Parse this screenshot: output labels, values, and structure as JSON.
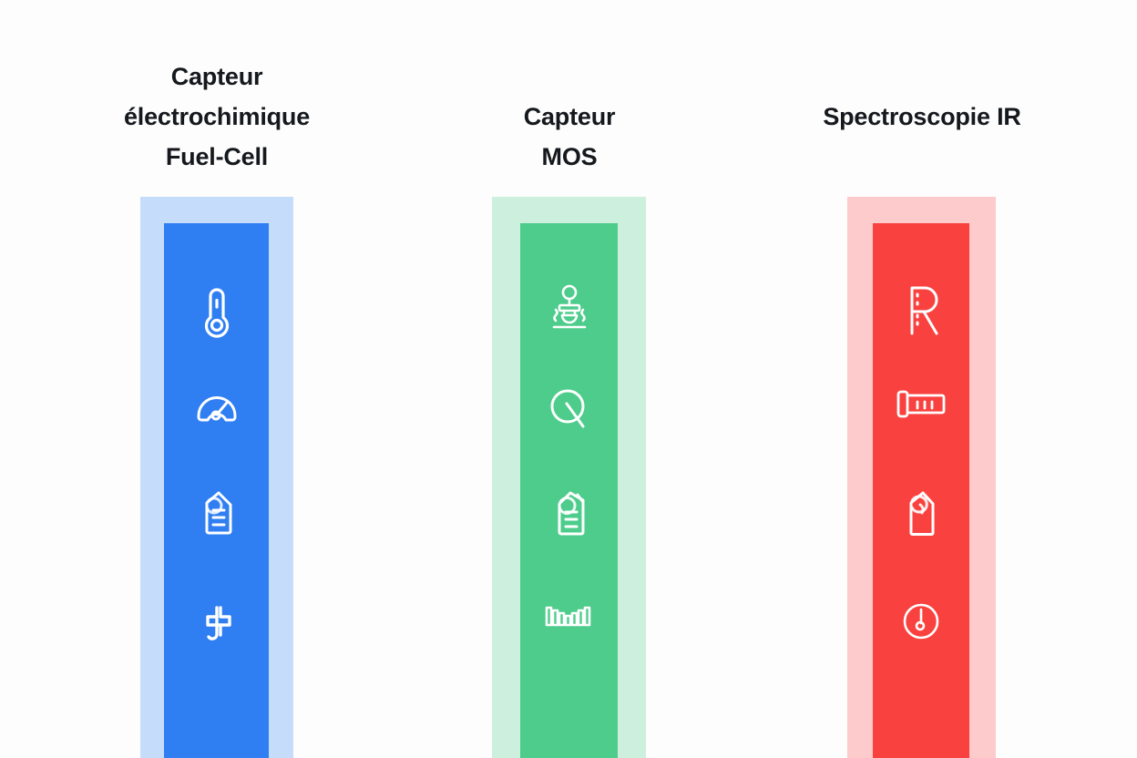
{
  "background_color": "#fdfdfd",
  "columns": [
    {
      "id": "capteur-electrochimique-fuel-cell",
      "title": "Capteur\nélectrochimique\nFuel-Cell",
      "outer_color": "#c6dcfb",
      "inner_color": "#2f7ef2",
      "icon_color": "#ffffff",
      "icons": [
        {
          "name": "thermometer-icon",
          "label": "Thermomètre"
        },
        {
          "name": "gauge-icon",
          "label": "Jauge"
        },
        {
          "name": "document-lines-icon",
          "label": "Document"
        },
        {
          "name": "plus-cross-icon",
          "label": "Croix"
        }
      ]
    },
    {
      "id": "capteur-mos",
      "title": "Capteur\nMOS",
      "outer_color": "#cdf0de",
      "inner_color": "#4dcc8b",
      "icon_color": "#ffffff",
      "icons": [
        {
          "name": "lab-apparatus-icon",
          "label": "Appareil de laboratoire"
        },
        {
          "name": "magnifier-icon",
          "label": "Loupe"
        },
        {
          "name": "document-lines-icon",
          "label": "Document"
        },
        {
          "name": "waveform-bars-icon",
          "label": "Signal"
        }
      ]
    },
    {
      "id": "spectroscopie-ir",
      "title": "Spectroscopie IR",
      "outer_color": "#fdcbcb",
      "inner_color": "#f9423f",
      "icon_color": "#ffffff",
      "icons": [
        {
          "name": "letter-r-icon",
          "label": "R"
        },
        {
          "name": "ruler-scale-icon",
          "label": "Règle"
        },
        {
          "name": "document-tag-icon",
          "label": "Étiquette"
        },
        {
          "name": "dial-gauge-icon",
          "label": "Cadran"
        }
      ]
    }
  ]
}
